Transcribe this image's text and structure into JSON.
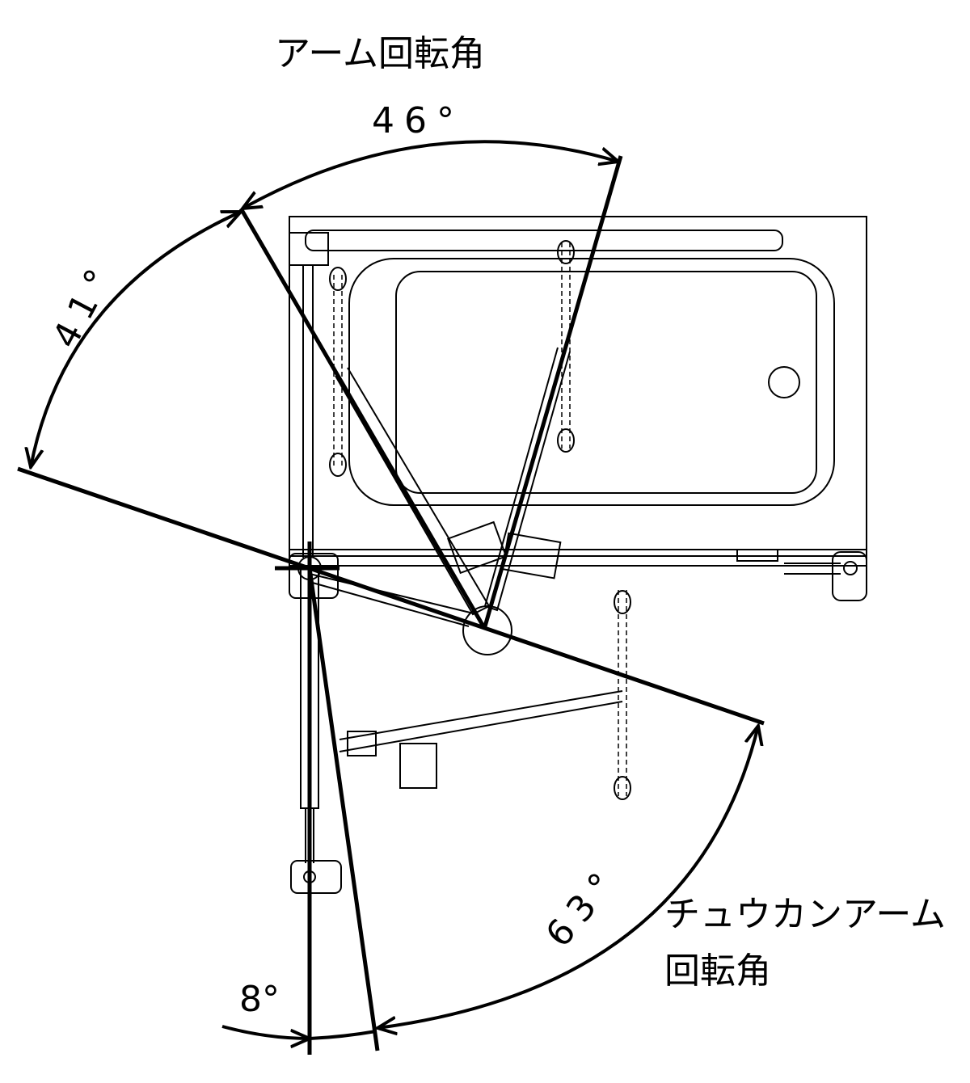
{
  "labels": {
    "arm_rotation_title": "アーム回転角",
    "arm_angle": "46°",
    "left_angle": "41°",
    "intermediate_angle": "63°",
    "small_angle": "8°",
    "intermediate_arm_title_line1": "チュウカンアーム",
    "intermediate_arm_title_line2": "回転角"
  }
}
